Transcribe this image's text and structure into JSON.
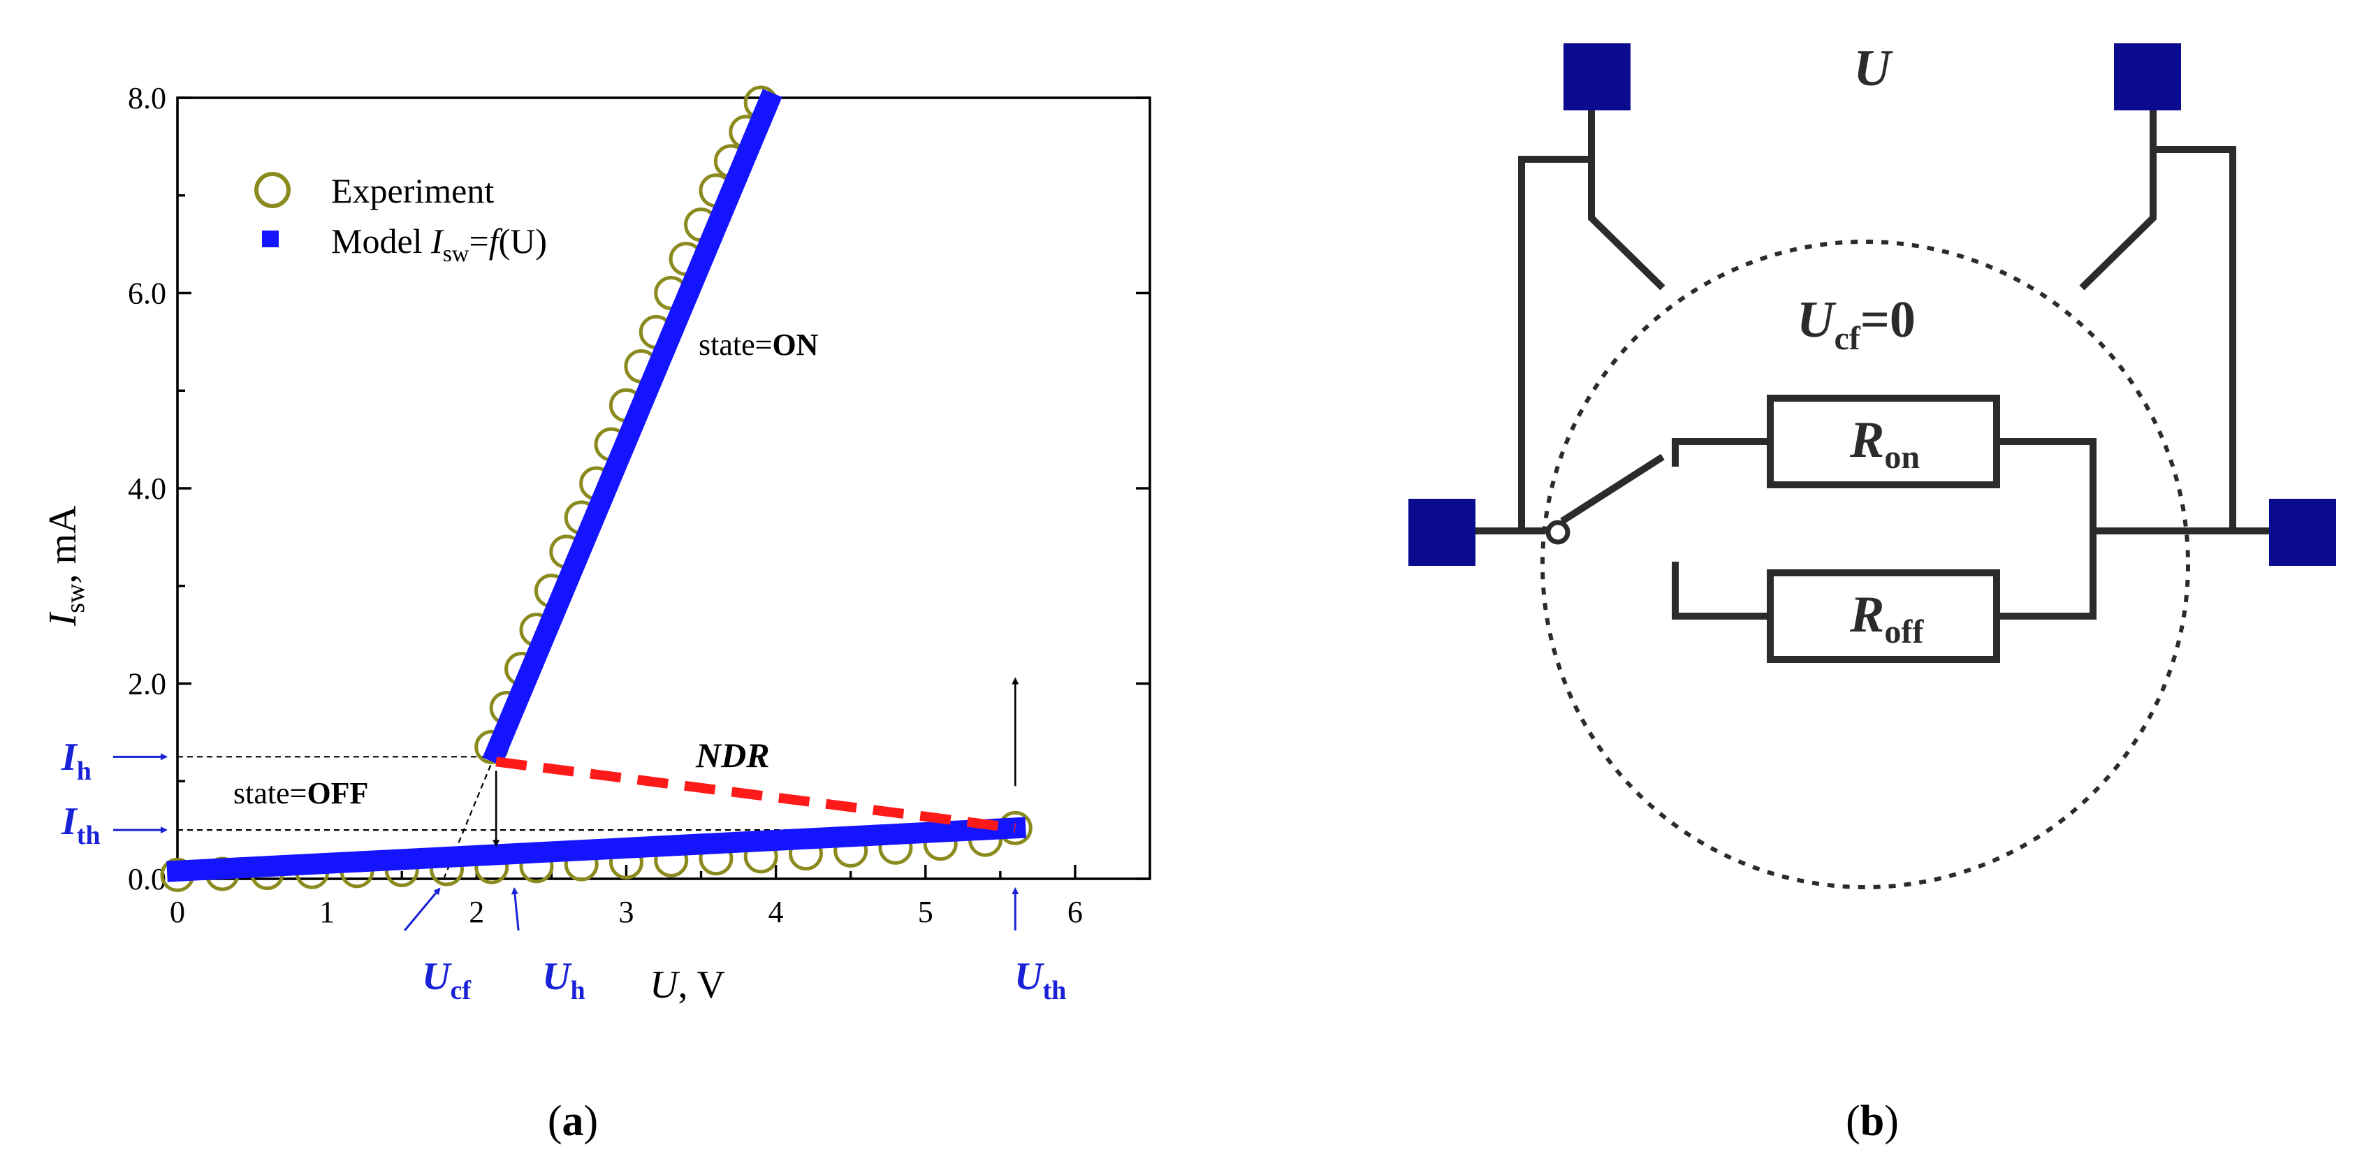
{
  "panel_a": {
    "label": "a"
  },
  "panel_b": {
    "label": "b",
    "voltage_label": "U",
    "cf_label": {
      "main": "U",
      "sub": "cf",
      "value": "=0"
    },
    "r_on": {
      "main": "R",
      "sub": "on"
    },
    "r_off": {
      "main": "R",
      "sub": "off"
    },
    "terminal_color": "#0b0b8f",
    "wire_color": "#2b2b2b"
  },
  "chart_data": {
    "type": "scatter",
    "xlabel": {
      "symbol": "U",
      "unit": ", V"
    },
    "ylabel": {
      "symbol": "I",
      "sub": "sw",
      "unit": ", mA"
    },
    "xlim": [
      0,
      6.5
    ],
    "ylim": [
      0,
      8.0
    ],
    "xticks": [
      0,
      1,
      2,
      3,
      4,
      5,
      6
    ],
    "yticks": [
      "0.0",
      "2.0",
      "4.0",
      "6.0",
      "8.0"
    ],
    "legend": {
      "placement": "top-left",
      "entries": [
        {
          "label": "Experiment",
          "marker": "open-circle",
          "color": "#8a8a1e"
        },
        {
          "prefix": "Model ",
          "symbol": "I",
          "sub": "sw",
          "rest": "=",
          "f": "f",
          "tail": "(U)",
          "marker": "square",
          "color": "#1414ff"
        }
      ]
    },
    "series": [
      {
        "name": "Experiment",
        "color": "#8a8a1e",
        "segments": [
          {
            "branch": "OFF",
            "x": [
              0.0,
              0.3,
              0.6,
              0.9,
              1.2,
              1.5,
              1.8,
              2.1,
              2.4,
              2.7,
              3.0,
              3.3,
              3.6,
              3.9,
              4.2,
              4.5,
              4.8,
              5.1,
              5.4,
              5.6
            ],
            "y": [
              0.04,
              0.05,
              0.06,
              0.07,
              0.08,
              0.09,
              0.1,
              0.12,
              0.13,
              0.15,
              0.17,
              0.19,
              0.21,
              0.23,
              0.26,
              0.29,
              0.32,
              0.36,
              0.4,
              0.52
            ]
          },
          {
            "branch": "ON",
            "x": [
              2.1,
              2.2,
              2.3,
              2.4,
              2.5,
              2.6,
              2.7,
              2.8,
              2.9,
              3.0,
              3.1,
              3.2,
              3.3,
              3.4,
              3.5,
              3.6,
              3.7,
              3.8,
              3.9
            ],
            "y": [
              1.35,
              1.75,
              2.15,
              2.55,
              2.95,
              3.35,
              3.7,
              4.05,
              4.45,
              4.85,
              5.25,
              5.6,
              6.0,
              6.35,
              6.7,
              7.05,
              7.35,
              7.65,
              7.95
            ]
          }
        ]
      },
      {
        "name": "Model",
        "color": "#1414ff",
        "segments": [
          {
            "branch": "OFF",
            "x": [
              0.0,
              5.6
            ],
            "y": [
              0.08,
              0.52
            ]
          },
          {
            "branch": "ON",
            "x": [
              2.13,
              3.95
            ],
            "y": [
              1.3,
              7.95
            ]
          }
        ]
      }
    ],
    "ndr_line": {
      "label": "NDR",
      "color": "#ff1a1a",
      "x": [
        2.13,
        5.6
      ],
      "y": [
        1.2,
        0.52
      ]
    },
    "state_labels": [
      {
        "prefix": "state=",
        "bold": "ON"
      },
      {
        "prefix": "state=",
        "bold": "OFF"
      }
    ],
    "marks": {
      "I_h": {
        "main": "I",
        "sub": "h",
        "y": 1.25
      },
      "I_th": {
        "main": "I",
        "sub": "th",
        "y": 0.5
      },
      "U_cf": {
        "main": "U",
        "sub": "cf",
        "x": 1.78
      },
      "U_h": {
        "main": "U",
        "sub": "h",
        "x": 2.27
      },
      "U_th": {
        "main": "U",
        "sub": "th",
        "x": 5.6
      }
    }
  }
}
